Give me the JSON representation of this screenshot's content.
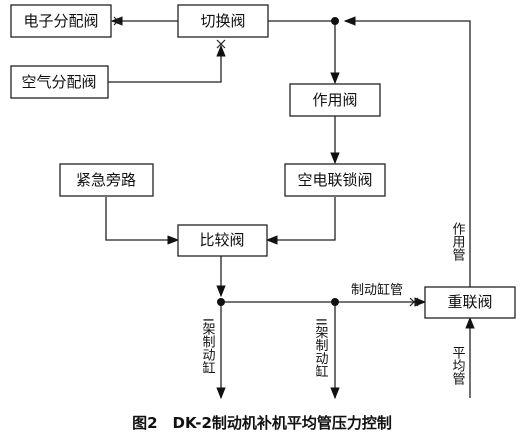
{
  "diagram": {
    "nodes": {
      "electronic_distribution_valve": "电子分配阀",
      "switch_valve": "切换阀",
      "air_distribution_valve": "空气分配阀",
      "action_valve": "作用阀",
      "emergency_bypass": "紧急旁路",
      "air_electric_interlock_valve": "空电联锁阀",
      "comparison_valve": "比较阀",
      "relay_valve": "重联阀"
    },
    "labels": {
      "brake_cylinder_pipe": "制动缸管",
      "action_pipe": "作用管",
      "equalizing_pipe": "平均管",
      "frame1_brake_cylinder": "I架制动缸",
      "frame2_brake_cylinder": "II架制动缸"
    },
    "caption": "图2　DK-2制动机补机平均管压力控制"
  }
}
